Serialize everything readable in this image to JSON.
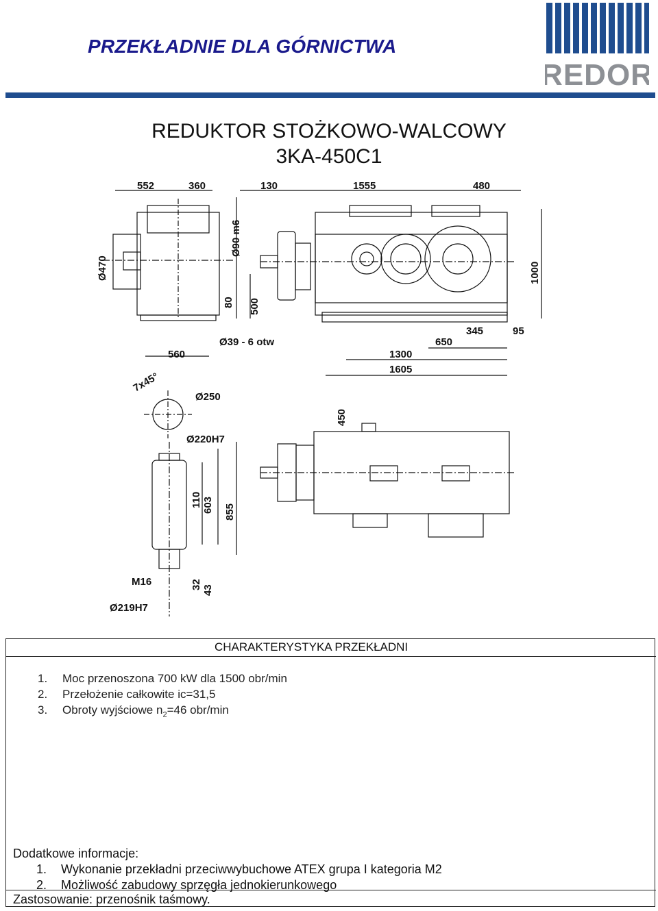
{
  "header": {
    "title": "PRZEKŁADNIE DLA GÓRNICTWA",
    "logo_text": "REDOR",
    "brand_color": "#1f4d8f",
    "logo_color": "#8d9095"
  },
  "document": {
    "title": "REDUKTOR STOŻKOWO-WALCOWY",
    "model": "3KA-450C1"
  },
  "drawing": {
    "dimensions_top": [
      "552",
      "360",
      "130",
      "1555",
      "480"
    ],
    "dimensions_side": [
      "Ø470",
      "Ø90 m6",
      "80",
      "500",
      "1000"
    ],
    "dimensions_bottom": [
      "560",
      "Ø39 - 6 otw",
      "650",
      "345",
      "95",
      "1300",
      "1605"
    ],
    "shaft_detail": [
      "7x45°",
      "Ø250",
      "Ø220H7",
      "110",
      "603",
      "855",
      "M16",
      "32",
      "43",
      "Ø219H7"
    ],
    "plan_view": [
      "450"
    ]
  },
  "characteristics": {
    "heading": "CHARAKTERYSTYKA  PRZEKŁADNI",
    "items": [
      {
        "num": "1.",
        "text": "Moc przenoszona  700 kW dla 1500 obr/min"
      },
      {
        "num": "2.",
        "text": "Przełożenie całkowite ic=31,5"
      },
      {
        "num": "3.",
        "text_pre": "Obroty wyjściowe n",
        "subscript": "2",
        "text_post": "=46 obr/min"
      }
    ]
  },
  "additional": {
    "label": "Dodatkowe informacje:",
    "items": [
      {
        "num": "1.",
        "text": "Wykonanie przekładni przeciwwybuchowe ATEX grupa I kategoria M2"
      },
      {
        "num": "2.",
        "text": "Możliwość zabudowy sprzęgła jednokierunkowego"
      }
    ],
    "application": "Zastosowanie: przenośnik taśmowy."
  }
}
